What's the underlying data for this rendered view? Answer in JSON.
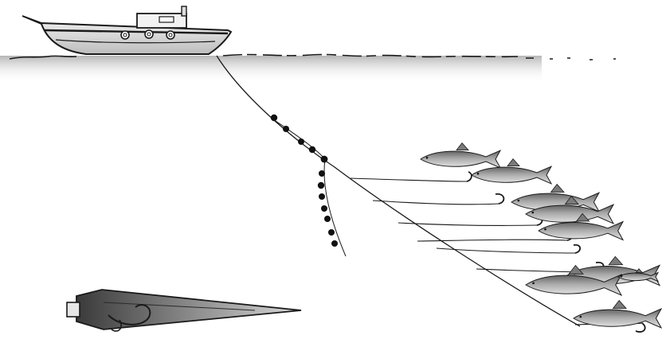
{
  "illustration": {
    "subject": "longline-fishing",
    "hooked_fish_count": 9,
    "float_count": 12,
    "colors": {
      "ink": "#1a1a1a",
      "hull": "#e8e8e8",
      "water_shadow": "#9a9a9a",
      "fish_body": "#b9b9b9",
      "fish_back": "#6f6f6f",
      "weight": "#5a5a5a"
    }
  }
}
